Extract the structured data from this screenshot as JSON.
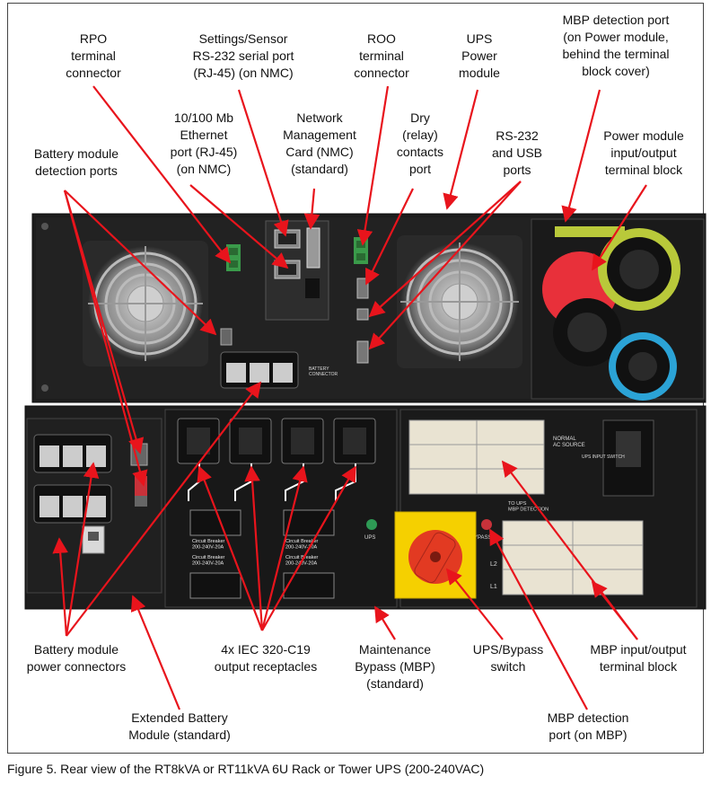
{
  "labels": {
    "rpo": "RPO\nterminal\nconnector",
    "settings_sensor": "Settings/Sensor\nRS-232  serial port\n(RJ-45)  (on NMC)",
    "roo": "ROO\nterminal\nconnector",
    "ups_power_module": "UPS\nPower\nmodule",
    "mbp_detection_power": "MBP detection port\n(on Power module,\nbehind the terminal\nblock cover)",
    "ethernet": "10/100 Mb\nEthernet\nport (RJ-45)\n(on NMC)",
    "nmc": "Network\nManagement\nCard (NMC)\n(standard)",
    "dry_contacts": "Dry\n(relay)\ncontacts\nport",
    "rs232_usb": "RS-232\nand USB\nports",
    "power_module_terminal": "Power module\ninput/output\nterminal block",
    "battery_detection": "Battery module\ndetection ports",
    "battery_power_connectors": "Battery module\npower connectors",
    "iec_receptacles": "4x IEC 320-C19\noutput receptacles",
    "maintenance_bypass": "Maintenance\nBypass (MBP)\n(standard)",
    "ups_bypass_switch": "UPS/Bypass\nswitch",
    "mbp_io_terminal": "MBP input/output\nterminal block",
    "extended_battery": "Extended Battery\nModule (standard)",
    "mbp_detection_mbp": "MBP detection\nport (on MBP)"
  },
  "panel_text": {
    "battery_connector": "BATTERY\nCONNECTOR",
    "circuit_breaker_1": "Circuit Breaker\n200-240V-20A",
    "circuit_breaker_2": "Circuit Breaker\n200-240V-20A",
    "circuit_breaker_3": "Circuit Breaker\n200-240V-20A",
    "circuit_breaker_4": "Circuit Breaker\n200-240V-20A",
    "to_ups_mbp_detection": "TO UPS\nMBP DETECTION",
    "ups": "UPS",
    "bypass": "BYPASS",
    "normal_ac_source": "NORMAL\nAC SOURCE",
    "ups_input_switch": "UPS INPUT SWITCH",
    "l1": "L1",
    "l2": "L2"
  },
  "caption": "Figure 5. Rear view of the RT8kVA or RT11kVA 6U Rack or Tower UPS (200-240VAC)",
  "colors": {
    "arrow": "#e8141c",
    "chassis": "#1b1b1b",
    "red_ring": "#e8303a",
    "yellow_ring": "#b9c93a",
    "blue_ring": "#2ba3d6",
    "switch_yellow": "#f5d000",
    "switch_red": "#e23a22",
    "ups_led": "#2e9a55",
    "bypass_led": "#c8323a"
  }
}
